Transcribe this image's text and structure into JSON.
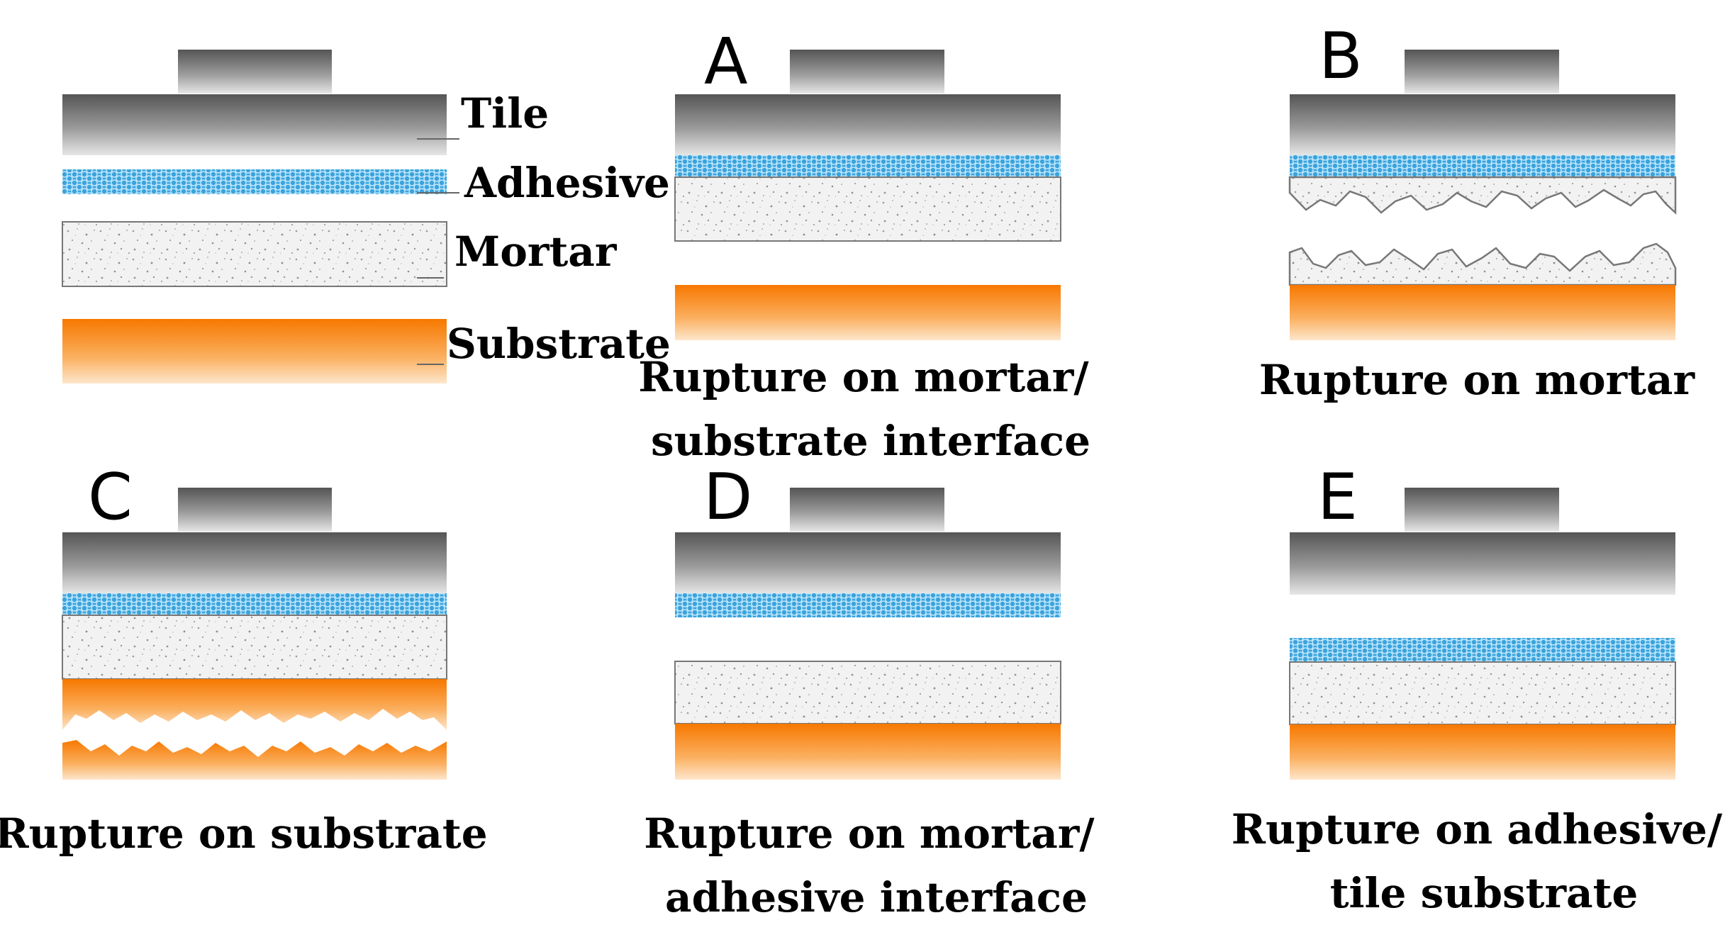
{
  "legend_labels": {
    "tile": "Tile",
    "adhesive": "Adhesive",
    "mortar": "Mortar",
    "substrate": "Substrate"
  },
  "panels": [
    {
      "letter": "A",
      "caption": [
        "Rupture on mortar/",
        "substrate interface"
      ]
    },
    {
      "letter": "B",
      "caption": [
        "Rupture on mortar"
      ]
    },
    {
      "letter": "C",
      "caption": [
        "Rupture on substrate"
      ]
    },
    {
      "letter": "D",
      "caption": [
        "Rupture on mortar/",
        "adhesive interface"
      ]
    },
    {
      "letter": "E",
      "caption": [
        "Rupture on adhesive/",
        "tile substrate"
      ]
    }
  ],
  "colors": {
    "tile_dark": "#5a5a5a",
    "tile_light": "#e0e0e0",
    "adhesive": "#2f9ad6",
    "mortar": "#f1f1f1",
    "substrate": "#f77f00",
    "substrate_light": "#fde3c6",
    "outline": "#777777"
  }
}
